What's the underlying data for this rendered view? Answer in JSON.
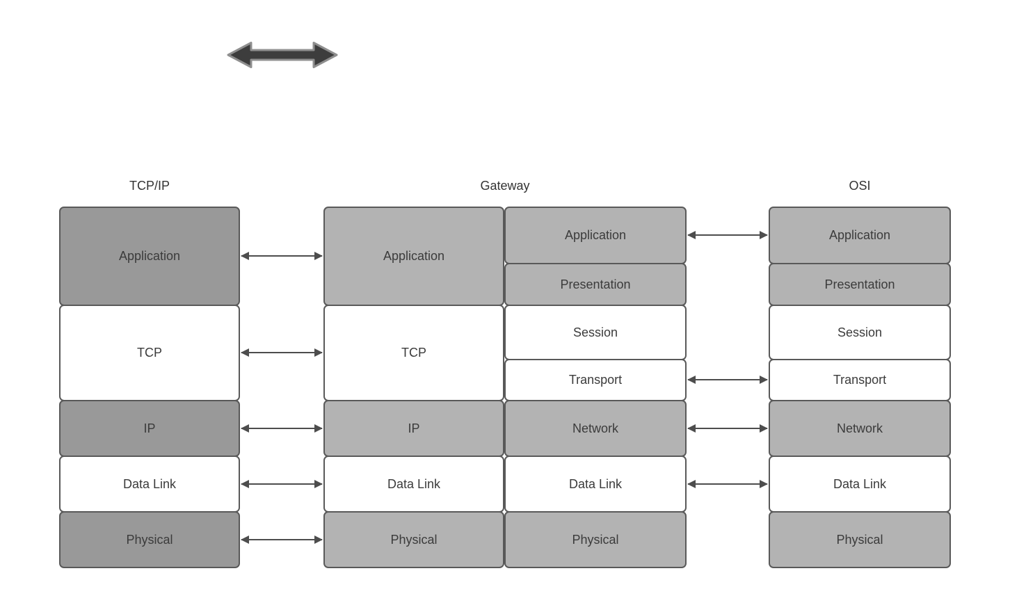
{
  "diagram": {
    "description": "Comparison of TCP/IP and OSI network models connected through a Gateway",
    "headers": {
      "tcpip": "TCP/IP",
      "gateway": "Gateway",
      "osi": "OSI"
    },
    "stacks": {
      "tcpip": {
        "layers": [
          {
            "label": "Application",
            "shade": "dark"
          },
          {
            "label": "TCP",
            "shade": "white"
          },
          {
            "label": "IP",
            "shade": "dark"
          },
          {
            "label": "Data Link",
            "shade": "white"
          },
          {
            "label": "Physical",
            "shade": "dark"
          }
        ]
      },
      "gateway_left": {
        "layers": [
          {
            "label": "Application",
            "shade": "light"
          },
          {
            "label": "TCP",
            "shade": "white"
          },
          {
            "label": "IP",
            "shade": "light"
          },
          {
            "label": "Data Link",
            "shade": "white"
          },
          {
            "label": "Physical",
            "shade": "light"
          }
        ]
      },
      "gateway_right": {
        "layers": [
          {
            "label": "Application",
            "shade": "light"
          },
          {
            "label": "Presentation",
            "shade": "light"
          },
          {
            "label": "Session",
            "shade": "white"
          },
          {
            "label": "Transport",
            "shade": "white"
          },
          {
            "label": "Network",
            "shade": "light"
          },
          {
            "label": "Data Link",
            "shade": "white"
          },
          {
            "label": "Physical",
            "shade": "light"
          }
        ]
      },
      "osi": {
        "layers": [
          {
            "label": "Application",
            "shade": "light"
          },
          {
            "label": "Presentation",
            "shade": "light"
          },
          {
            "label": "Session",
            "shade": "white"
          },
          {
            "label": "Transport",
            "shade": "white"
          },
          {
            "label": "Network",
            "shade": "light"
          },
          {
            "label": "Data Link",
            "shade": "white"
          },
          {
            "label": "Physical",
            "shade": "light"
          }
        ]
      }
    },
    "connections": {
      "tcpip_to_gateway": [
        "Application",
        "TCP",
        "IP",
        "Data Link",
        "Physical"
      ],
      "gateway_to_osi": [
        "Application",
        "Transport",
        "Network",
        "Data Link"
      ]
    },
    "colors": {
      "dark_gray_fill": "#999999",
      "light_gray_fill": "#b3b3b3",
      "white_fill": "#ffffff",
      "box_border": "#595959",
      "connector_arrow": "#4d4d4d",
      "text": "#3b3b3b",
      "top_arrow_fill": "#3d3d3d",
      "top_arrow_stroke": "#8f8f8f"
    }
  }
}
